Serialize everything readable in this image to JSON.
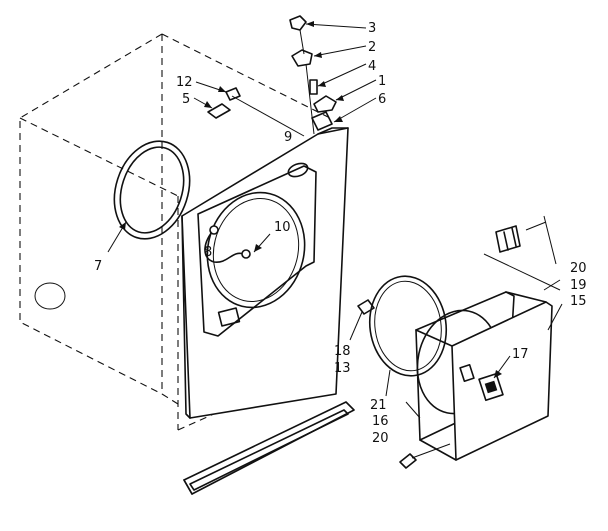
{
  "diagram": {
    "callouts": [
      {
        "id": "c3",
        "text": "3"
      },
      {
        "id": "c2",
        "text": "2"
      },
      {
        "id": "c4",
        "text": "4"
      },
      {
        "id": "c1",
        "text": "1"
      },
      {
        "id": "c6",
        "text": "6"
      },
      {
        "id": "c12",
        "text": "12"
      },
      {
        "id": "c5",
        "text": "5"
      },
      {
        "id": "c9",
        "text": "9"
      },
      {
        "id": "c10",
        "text": "10"
      },
      {
        "id": "c8",
        "text": "8"
      },
      {
        "id": "c7",
        "text": "7"
      },
      {
        "id": "c20a",
        "text": "20"
      },
      {
        "id": "c19",
        "text": "19"
      },
      {
        "id": "c15",
        "text": "15"
      },
      {
        "id": "c17",
        "text": "17"
      },
      {
        "id": "c18",
        "text": "18"
      },
      {
        "id": "c13",
        "text": "13"
      },
      {
        "id": "c21",
        "text": "21"
      },
      {
        "id": "c16",
        "text": "16"
      },
      {
        "id": "c20b",
        "text": "20"
      }
    ]
  }
}
